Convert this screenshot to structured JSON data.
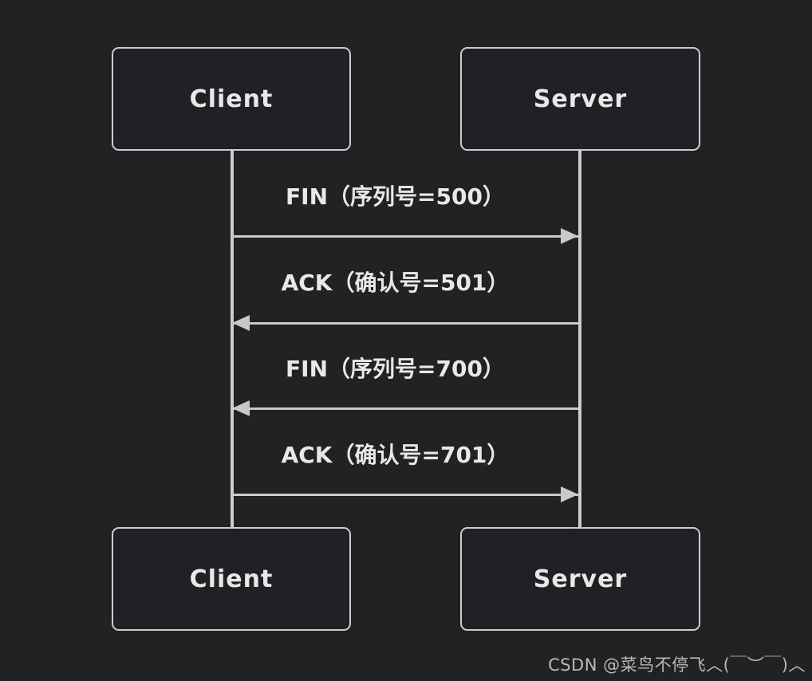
{
  "diagram": {
    "title_hint": "TCP connection termination sequence (four-way handshake)",
    "actors_top": [
      {
        "label": "Client"
      },
      {
        "label": "Server"
      }
    ],
    "actors_bottom": [
      {
        "label": "Client"
      },
      {
        "label": "Server"
      }
    ],
    "messages": [
      {
        "label": "FIN（序列号=500）",
        "from": "Client",
        "to": "Server",
        "direction": "right"
      },
      {
        "label": "ACK（确认号=501）",
        "from": "Server",
        "to": "Client",
        "direction": "left"
      },
      {
        "label": "FIN（序列号=700）",
        "from": "Server",
        "to": "Client",
        "direction": "left"
      },
      {
        "label": "ACK（确认号=701）",
        "from": "Client",
        "to": "Server",
        "direction": "right"
      }
    ]
  },
  "watermark": "CSDN @菜鸟不停飞︿(￣︶￣)︿",
  "colors": {
    "bg": "#222224",
    "boxfill": "#1f2124",
    "stroke": "#cdcdcd",
    "line": "#c9c9c9",
    "text": "#e8e8e8",
    "watermark": "#b9b9b9"
  }
}
